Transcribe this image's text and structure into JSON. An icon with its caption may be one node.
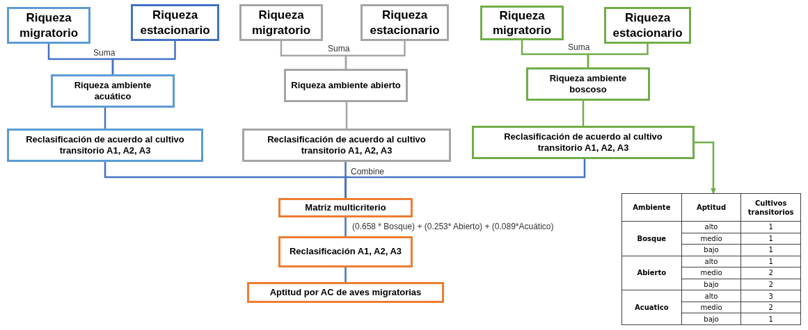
{
  "diagram": {
    "nodes": [
      {
        "text": [
          "Riqueza migratorio"
        ]
      },
      {
        "text": [
          "Riqueza estacionario"
        ]
      },
      {
        "text": [
          "Riqueza ambiente acuático"
        ]
      },
      {
        "text": [
          "Reclasificación de acuerdo al cultivo transitorio A1, A2, A3"
        ]
      },
      {
        "text": [
          "Riqueza migratorio"
        ]
      },
      {
        "text": [
          "Riqueza estacionario"
        ]
      },
      {
        "text": [
          "Riqueza ambiente abierto"
        ]
      },
      {
        "text": [
          "Reclasificación de acuerdo al cultivo transitorio A1, A2, A3"
        ]
      },
      {
        "text": [
          "Riqueza migratorio"
        ]
      },
      {
        "text": [
          "Riqueza estacionario"
        ]
      },
      {
        "text": [
          "Riqueza ambiente boscoso"
        ]
      },
      {
        "text": [
          "Reclasificación de acuerdo al cultivo transitorio A1, A2, A3"
        ]
      },
      {
        "text": [
          "Matriz multicriterio"
        ]
      },
      {
        "text": [
          "Reclasificación A1, A2, A3"
        ]
      },
      {
        "text": [
          "Aptitud por AC de aves migratorias"
        ]
      },
      {
        "text": [
          "Ambiente",
          "Aptitud",
          "Cultivos transitorios",
          "Bosque",
          "alto",
          "1",
          "medio",
          "1",
          "bajo",
          "1",
          "Abierto",
          "alto",
          "1",
          "medio",
          "2",
          "bajo",
          "2",
          "Acuatico",
          "alto",
          "3",
          "medio",
          "2",
          "bajo",
          "1"
        ]
      }
    ],
    "edges": [
      {
        "from": 0,
        "to": 2,
        "arrow": "none",
        "label": "Suma"
      },
      {
        "from": 1,
        "to": 2,
        "arrow": "none"
      },
      {
        "from": 2,
        "to": 3,
        "arrow": "none"
      },
      {
        "from": 4,
        "to": 6,
        "arrow": "none",
        "label": "Suma",
        "color": "#a5a5a5"
      },
      {
        "from": 5,
        "to": 6,
        "arrow": "none",
        "color": "#a5a5a5"
      },
      {
        "from": 6,
        "to": 7,
        "arrow": "none",
        "color": "#a5a5a5"
      },
      {
        "from": 8,
        "to": 10,
        "arrow": "none",
        "label": "Suma",
        "color": "#70ad47"
      },
      {
        "from": 9,
        "to": 10,
        "arrow": "none",
        "color": "#70ad47"
      },
      {
        "from": 10,
        "to": 11,
        "arrow": "none",
        "color": "#70ad47"
      },
      {
        "from": 3,
        "to": 12,
        "arrow": "none"
      },
      {
        "from": 7,
        "to": 12,
        "arrow": "none",
        "label": "Combine"
      },
      {
        "from": 11,
        "to": 12,
        "arrow": "none"
      },
      {
        "from": 12,
        "to": 13,
        "arrow": "none",
        "label": "(0.658 * Bosque) + (0.253* Abierto) +  (0.089*Acuático)"
      },
      {
        "from": 13,
        "to": 14,
        "arrow": "none"
      },
      {
        "from": 11,
        "to": 15,
        "arrow": "to",
        "color": "#70ad47"
      }
    ]
  }
}
